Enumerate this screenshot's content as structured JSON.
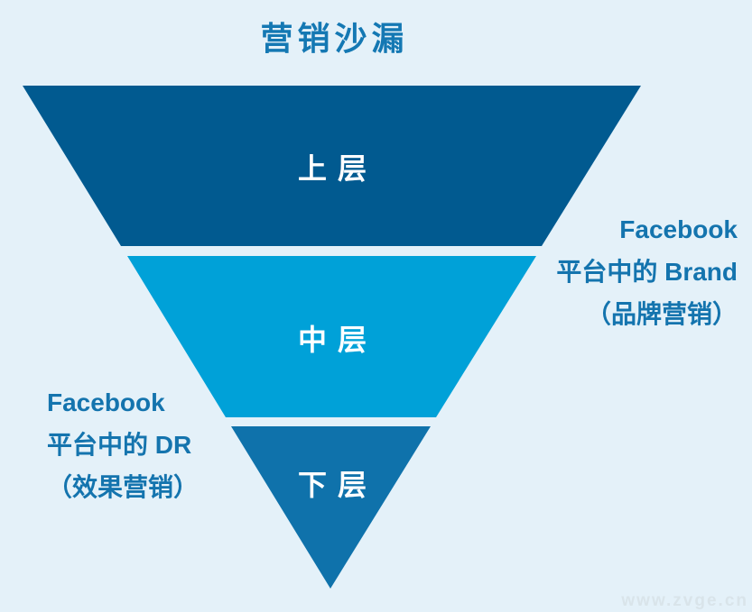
{
  "page": {
    "background_color": "#e4f1f9"
  },
  "title": {
    "text": "营销沙漏",
    "color": "#1478b3"
  },
  "funnel": {
    "label_color": "#ffffff",
    "layers": [
      {
        "id": "top",
        "label": "上层",
        "color": "#015a90"
      },
      {
        "id": "middle",
        "label": "中层",
        "color": "#00a1d8"
      },
      {
        "id": "bottom",
        "label": "下层",
        "color": "#0f72ab"
      }
    ]
  },
  "annotations": {
    "right": {
      "color": "#1474ae",
      "lines": [
        "Facebook",
        "平台中的 Brand",
        "（品牌营销）"
      ]
    },
    "left": {
      "color": "#1474ae",
      "lines": [
        "Facebook",
        "平台中的 DR",
        "（效果营销）"
      ]
    }
  },
  "watermark": {
    "text": "www.zvge.cn",
    "color": "#d9e4ea"
  }
}
